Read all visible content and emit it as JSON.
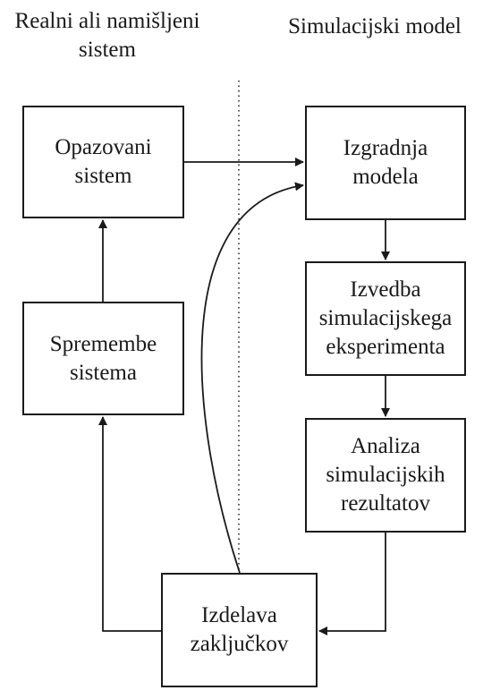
{
  "headings": {
    "left": "Realni ali namišljeni\nsistem",
    "right": "Simulacijski model"
  },
  "boxes": {
    "observed_system": "Opazovani\nsistem",
    "system_changes": "Spremembe\nsistema",
    "model_building": "Izgradnja\nmodela",
    "simulation_experiment": "Izvedba\nsimulacijskega\neksperimenta",
    "results_analysis": "Analiza\nsimulacijskih\nrezultatov",
    "conclusions": "Izdelava\nzaključkov"
  },
  "colors": {
    "stroke": "#1a1a1a",
    "background": "#ffffff"
  }
}
